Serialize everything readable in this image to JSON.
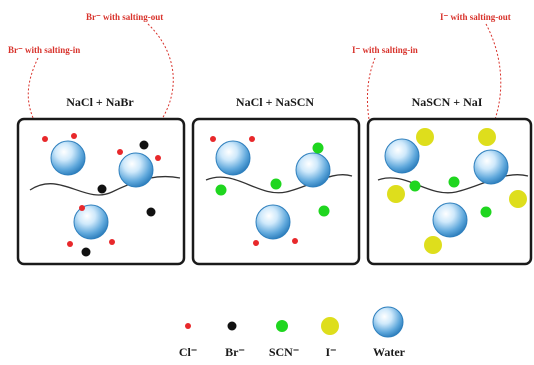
{
  "annotations": {
    "br_salting_in": "Br⁻ with salting-in",
    "br_salting_out": "Br⁻ with salting-out",
    "i_salting_in": "I⁻ with salting-in",
    "i_salting_out": "I⁻ with salting-out"
  },
  "panels": [
    {
      "title": "NaCl + NaBr"
    },
    {
      "title": "NaCl + NaSCN"
    },
    {
      "title": "NaSCN + NaI"
    }
  ],
  "legend": {
    "chloride": "Cl⁻",
    "bromide": "Br⁻",
    "thiocyanate": "SCN⁻",
    "iodide": "I⁻",
    "water": "Water"
  },
  "colors": {
    "chloride": "#e8282b",
    "bromide": "#111111",
    "thiocyanate": "#1fd61f",
    "iodide": "#dede1c",
    "annotation": "#d8322b",
    "water_light": "#e9f6ff",
    "water_dark": "#2e7fbd"
  }
}
